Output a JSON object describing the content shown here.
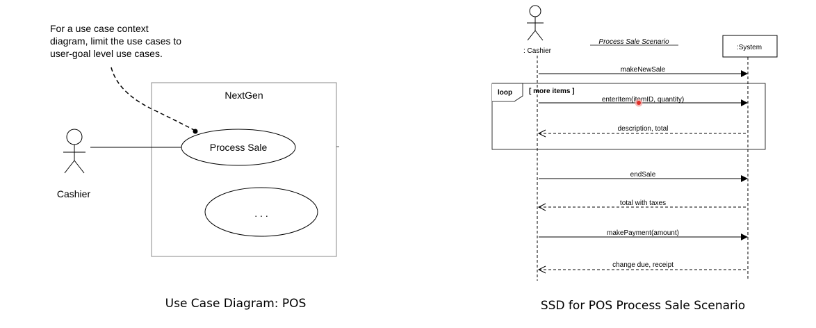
{
  "use_case_diagram": {
    "note_lines": [
      "For a use case context",
      "diagram, limit the use cases to",
      "user-goal level use cases."
    ],
    "system_name": "NextGen",
    "actor_label": "Cashier",
    "use_case_1": "Process Sale",
    "use_case_2": ". . .",
    "caption": "Use Case Diagram: POS"
  },
  "ssd": {
    "title": "Process Sale Scenario",
    "actor_label": ": Cashier",
    "system_label": ":System",
    "loop_label": "loop",
    "loop_guard": "[ more items ]",
    "messages": [
      "makeNewSale",
      "enterItem(itemID, quantity)",
      "description, total",
      "endSale",
      "total with taxes",
      "makePayment(amount)",
      "change due, receipt"
    ],
    "caption": "SSD for POS Process Sale Scenario",
    "pointer_color": "#e0302a"
  }
}
